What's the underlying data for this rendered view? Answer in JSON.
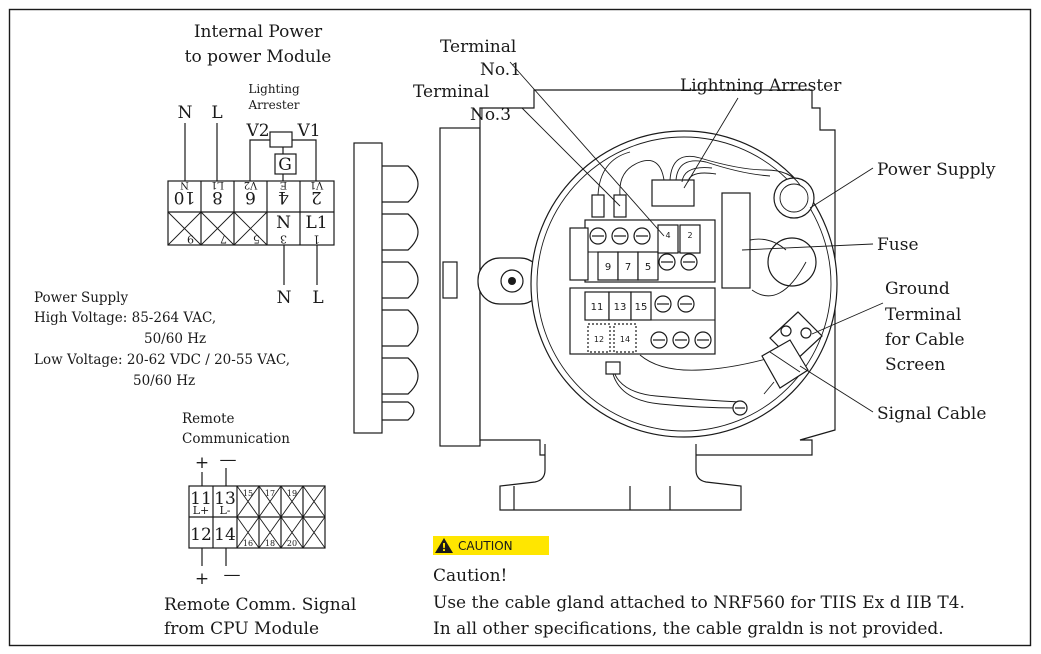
{
  "left_panel": {
    "title_line1": "Internal Power",
    "title_line2": "to power Module",
    "arrester_line1": "Lighting",
    "arrester_line2": "Arrester",
    "top_labels": {
      "n": "N",
      "l": "L",
      "v2": "V2",
      "v1": "V1",
      "g": "G"
    },
    "bottom_labels": {
      "n": "N",
      "l": "L"
    },
    "block_top": [
      {
        "num": "10",
        "sub": "N"
      },
      {
        "num": "8",
        "sub": "L1"
      },
      {
        "num": "6",
        "sub": "V2"
      },
      {
        "num": "4",
        "sub": "E"
      },
      {
        "num": "2",
        "sub": "V1"
      }
    ],
    "block_bottom": [
      {
        "num": "9",
        "sub": ""
      },
      {
        "num": "7",
        "sub": ""
      },
      {
        "num": "5",
        "sub": ""
      },
      {
        "num": "3",
        "sub": "N"
      },
      {
        "num": "1",
        "sub": "L1"
      }
    ],
    "power_supply": {
      "heading": "Power Supply",
      "high_label": "High Voltage: 85-264 VAC,",
      "high_freq": "50/60 Hz",
      "low_label": "Low Voltage:  20-62 VDC / 20-55 VAC,",
      "low_freq": "50/60 Hz"
    },
    "remote_line1": "Remote",
    "remote_line2": "Communication",
    "remote_plus": "+",
    "remote_minus": "—",
    "remote_block_top": [
      {
        "num": "11",
        "sub": "L+"
      },
      {
        "num": "13",
        "sub": "L-"
      },
      {
        "num": "15",
        "sub": ""
      },
      {
        "num": "17",
        "sub": ""
      },
      {
        "num": "19",
        "sub": ""
      }
    ],
    "remote_block_bottom": [
      {
        "num": "12",
        "sub": ""
      },
      {
        "num": "14",
        "sub": ""
      },
      {
        "num": "16",
        "sub": ""
      },
      {
        "num": "18",
        "sub": ""
      },
      {
        "num": "20",
        "sub": ""
      }
    ],
    "remote_bottom_plus": "+",
    "remote_bottom_minus": "—",
    "remote_signal_line1": "Remote Comm. Signal",
    "remote_signal_line2": "from CPU Module"
  },
  "device": {
    "terminal_no1_line1": "Terminal",
    "terminal_no1_line2": "No.1",
    "terminal_no3_line1": "Terminal",
    "terminal_no3_line2": "No.3",
    "lightning_arrester": "Lightning Arrester",
    "power_supply": "Power Supply",
    "fuse": "Fuse",
    "ground_line1": "Ground",
    "ground_line2": "Terminal",
    "ground_line3": "for Cable",
    "ground_line4": "Screen",
    "signal_cable": "Signal Cable",
    "strip_upper": [
      "9",
      "7",
      "5"
    ],
    "strip_upper_small": [
      "4",
      "2"
    ],
    "strip_lower": [
      "11",
      "13",
      "15"
    ],
    "strip_lower_small": [
      "12",
      "14"
    ]
  },
  "caution": {
    "badge": "CAUTION",
    "heading": "Caution!",
    "line1": "Use the cable gland attached to NRF560 for TIIS Ex d IIB T4.",
    "line2": "In all other specifications, the cable graldn is not provided."
  },
  "colors": {
    "caution_badge_bg": "#ffe600",
    "line": "#1a1a1a",
    "background": "#ffffff"
  }
}
